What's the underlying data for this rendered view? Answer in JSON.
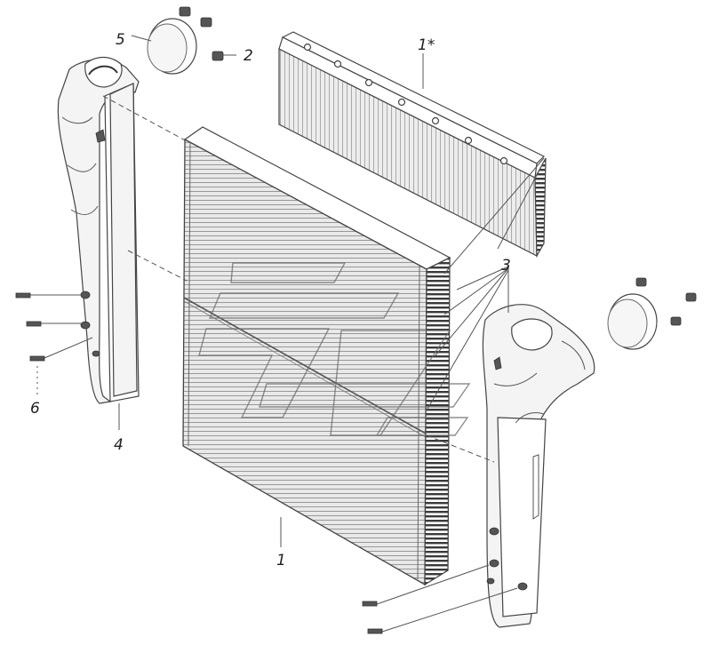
{
  "labels": {
    "core": "1",
    "core_variant": "1*",
    "plug": "2",
    "hose_pipe": "3",
    "side_tank": "4",
    "cap": "5",
    "bolt": "6"
  },
  "colors": {
    "line": "#444444",
    "shade": "#e6e6e6",
    "background": "#ffffff"
  }
}
